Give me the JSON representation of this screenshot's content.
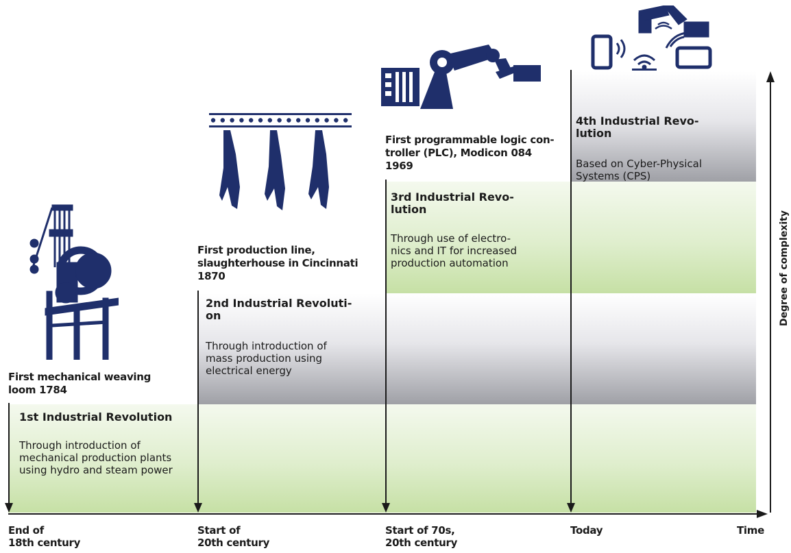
{
  "milestones": {
    "first": "First mechanical weaving\nloom 1784",
    "second": "First production line,\nslaughterhouse in Cincinnati\n1870",
    "third": "First programmable logic con-\ntroller (PLC), Modicon 084\n1969"
  },
  "revolutions": [
    {
      "title": "1st Industrial Revolution",
      "description": "Through introduction of\nmechanical production plants\nusing hydro and steam power"
    },
    {
      "title": "2nd Industrial Revoluti-\non",
      "description": "Through introduction of\nmass production using\nelectrical energy"
    },
    {
      "title": "3rd Industrial Revo-\nlution",
      "description": "Through use of electro-\nnics and IT for increased\nproduction automation"
    },
    {
      "title": "4th Industrial Revo-\nlution",
      "description": "Based on Cyber-Physical\nSystems (CPS)"
    }
  ],
  "time_axis": {
    "labels": [
      "End of\n18th century",
      "Start of\n20th century",
      "Start of 70s,\n20th century",
      "Today"
    ],
    "axis_label": "Time"
  },
  "complexity_axis": {
    "label": "Degree of complexity"
  },
  "icons": [
    "weaving-loom-icon",
    "slaughterhouse-production-line-icon",
    "plc-robot-arm-icon",
    "cyber-physical-systems-icon"
  ],
  "colors": {
    "green_band": "#c6e0a5",
    "grey_band": "#9fa0a6",
    "icon_blue": "#1f2f6b",
    "line": "#1a1a1a"
  }
}
